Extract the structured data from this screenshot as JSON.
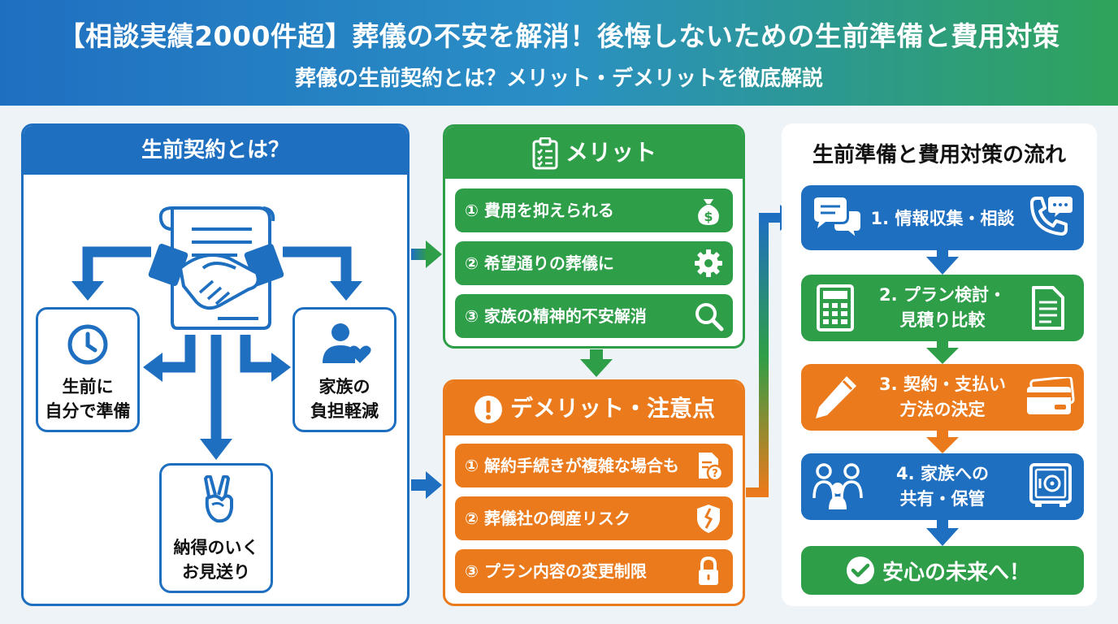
{
  "header": {
    "title": "【相談実績2000件超】葬儀の不安を解消！後悔しないための生前準備と費用対策",
    "subtitle": "葬儀の生前契約とは？メリット・デメリットを徹底解説"
  },
  "left_panel": {
    "title": "生前契約とは？",
    "box_self": [
      "生前に",
      "自分で準備"
    ],
    "box_family": [
      "家族の",
      "負担軽減"
    ],
    "box_farewell": [
      "納得のいく",
      "お見送り"
    ]
  },
  "merits": {
    "title": "メリット",
    "items": [
      {
        "label": "① 費用を抑えられる",
        "icon": "money-bag-icon"
      },
      {
        "label": "② 希望通りの葬儀に",
        "icon": "gear-icon"
      },
      {
        "label": "③ 家族の精神的不安解消",
        "icon": "magnifier-icon"
      }
    ]
  },
  "demerits": {
    "title": "デメリット・注意点",
    "items": [
      {
        "label": "① 解約手続きが複雑な場合も",
        "icon": "document-question-icon"
      },
      {
        "label": "② 葬儀社の倒産リスク",
        "icon": "broken-shield-icon"
      },
      {
        "label": "③ プラン内容の変更制限",
        "icon": "lock-icon"
      }
    ]
  },
  "flow": {
    "title": "生前準備と費用対策の流れ",
    "steps": [
      {
        "lines": [
          "1. 情報収集・相談"
        ]
      },
      {
        "lines": [
          "2. プラン検討・",
          "見積り比較"
        ]
      },
      {
        "lines": [
          "3. 契約・支払い",
          "方法の決定"
        ]
      },
      {
        "lines": [
          "4. 家族への",
          "共有・保管"
        ]
      }
    ],
    "final": "安心の未来へ！"
  },
  "colors": {
    "blue": "#1f6fc1",
    "green": "#2e9e48",
    "orange": "#ea7a1b"
  }
}
